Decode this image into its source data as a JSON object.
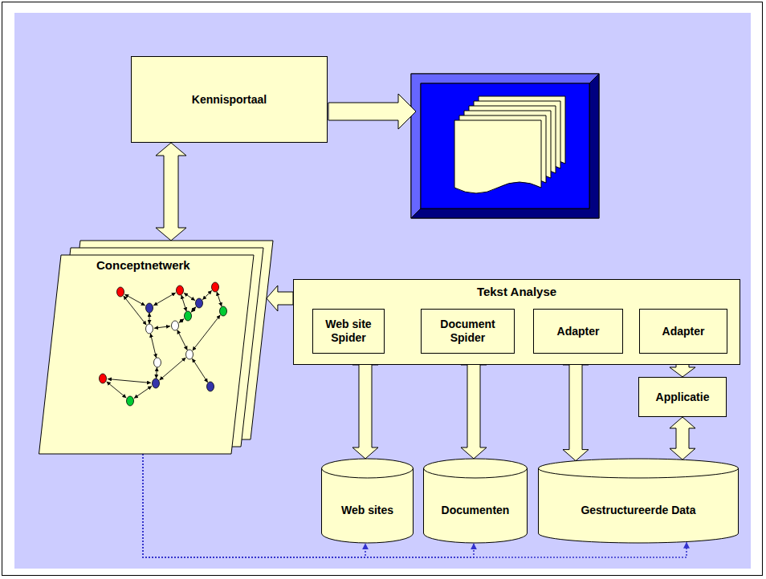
{
  "diagram": {
    "nodes": [
      {
        "text": [
          "Kennisportaal"
        ]
      },
      {
        "text": [
          "Conceptnetwerk"
        ]
      },
      {
        "text": [
          "Tekst Analyse"
        ]
      },
      {
        "text": [
          "Web site Spider"
        ],
        "in": 2
      },
      {
        "text": [
          "Document Spider"
        ],
        "in": 2
      },
      {
        "text": [
          "Adapter"
        ],
        "in": 2
      },
      {
        "text": [
          "Adapter"
        ],
        "in": 2
      },
      {
        "text": [
          "Applicatie"
        ]
      },
      {
        "text": [
          "Web sites"
        ]
      },
      {
        "text": [
          "Documenten"
        ]
      },
      {
        "text": [
          "Gestructureerde Data"
        ]
      }
    ],
    "edges": [
      {
        "from": 0,
        "to": 1,
        "arrow": "both"
      },
      {
        "from": 2,
        "to": 1,
        "arrow": "to"
      },
      {
        "from": 3,
        "to": 8,
        "arrow": "both"
      },
      {
        "from": 4,
        "to": 9,
        "arrow": "both"
      },
      {
        "from": 5,
        "to": 10,
        "arrow": "both"
      },
      {
        "from": 6,
        "to": 7,
        "arrow": "both"
      },
      {
        "from": 7,
        "to": 10,
        "arrow": "both"
      },
      {
        "from": 1,
        "to": 8,
        "arrow": "to"
      },
      {
        "from": 1,
        "to": 9,
        "arrow": "to"
      },
      {
        "from": 1,
        "to": 10,
        "arrow": "to"
      }
    ]
  }
}
